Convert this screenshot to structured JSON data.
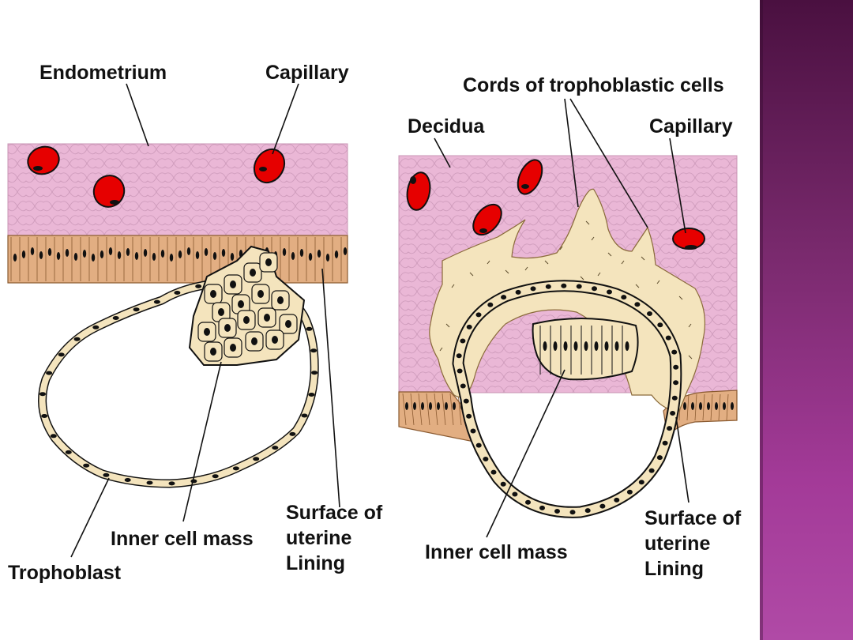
{
  "colors": {
    "tissue": "#eab7d6",
    "tissue_stroke": "#c895b4",
    "epithelium": "#e2ae82",
    "embryo": "#f4e4bd",
    "nucleus": "#111111",
    "blood": "#e60000",
    "leader": "#111111",
    "sidebar_top": "#4a1040",
    "sidebar_bottom": "#b04aa6"
  },
  "left_panel": {
    "endometrium": "Endometrium",
    "capillary": "Capillary",
    "trophoblast": "Trophoblast",
    "inner_cell_mass": "Inner cell mass",
    "surface_line1": "Surface of",
    "surface_line2": "uterine",
    "surface_line3": "Lining"
  },
  "right_panel": {
    "cords": "Cords of trophoblastic cells",
    "decidua": "Decidua",
    "capillary": "Capillary",
    "inner_cell_mass": "Inner cell mass",
    "surface_line1": "Surface of",
    "surface_line2": "uterine",
    "surface_line3": "Lining"
  }
}
